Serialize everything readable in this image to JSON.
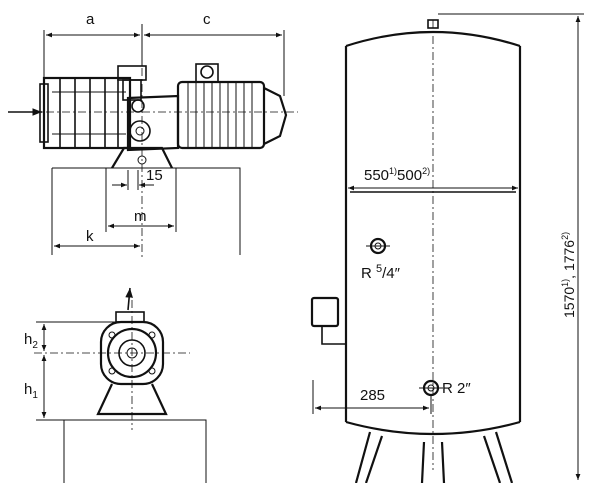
{
  "dimensions": {
    "a": "a",
    "c": "c",
    "d15": "15",
    "m": "m",
    "k": "k",
    "h1": "h",
    "h1_sub": "1",
    "h2": "h",
    "h2_sub": "2",
    "tank_diameter_a": "550",
    "tank_diameter_a_sup": "1)",
    "tank_diameter_b": "500",
    "tank_diameter_b_sup": "2)",
    "tank_height_a": "1570",
    "tank_height_a_sup": "1)",
    "tank_height_sep": ", ",
    "tank_height_b": "1776",
    "tank_height_b_sup": "2)",
    "d285": "285"
  },
  "connections": {
    "upper_prefix": "R ",
    "upper_num": "5",
    "upper_den": "/4",
    "upper_inch": "″",
    "lower": "R 2″"
  }
}
